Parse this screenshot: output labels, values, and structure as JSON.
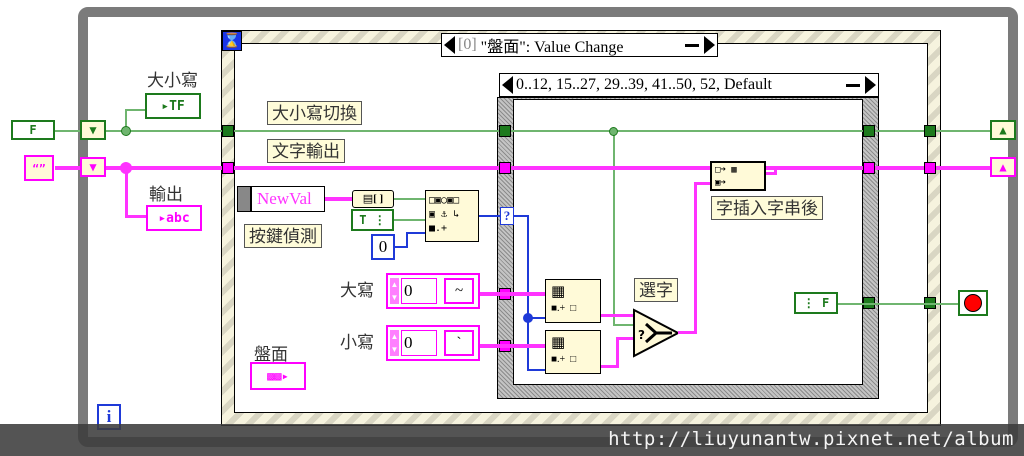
{
  "event_structure": {
    "case_label_index": "[0]",
    "case_label_text": "\"盤面\": Value Change"
  },
  "case_structure": {
    "selector_label": "0..12, 15..27, 29..39, 41..50, 52, Default"
  },
  "labels": {
    "case_toggle_indicator": "大小寫",
    "output_indicator": "輸出",
    "case_toggle_wire": "大小寫切換",
    "text_output_wire": "文字輸出",
    "key_detect": "按鍵偵測",
    "uppercase": "大寫",
    "lowercase": "小寫",
    "panel": "盤面",
    "select_char": "選字",
    "insert_after_string": "字插入字串後"
  },
  "controls": {
    "newval_node": "NewVal",
    "zero_constant": "0",
    "upper_index_value": "0",
    "lower_index_value": "0",
    "upper_array_char": "~",
    "lower_array_char": "`",
    "boolean_tf": "TF",
    "string_abc": "abc",
    "bool_f": "F",
    "bool_t": "T",
    "case_selector_terminal": "?",
    "iteration_terminal": "i"
  },
  "colors": {
    "boolean_wire": "#6fb56f",
    "string_wire": "#ff33ff",
    "integer_wire": "#1f3ad8",
    "loop_frame": "#7b7b7b",
    "stop_button": "#ff0000"
  },
  "watermark": "http://liuyunantw.pixnet.net/album"
}
